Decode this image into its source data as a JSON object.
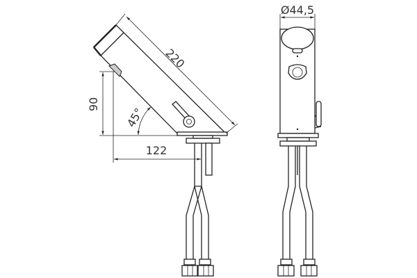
{
  "drawing": {
    "side_view": {
      "length_dim": "220",
      "height_dim": "90",
      "angle_dim": "45°",
      "reach_dim": "122"
    },
    "front_view": {
      "diameter_dim": "Ø44,5"
    },
    "line_color": "#222222"
  }
}
